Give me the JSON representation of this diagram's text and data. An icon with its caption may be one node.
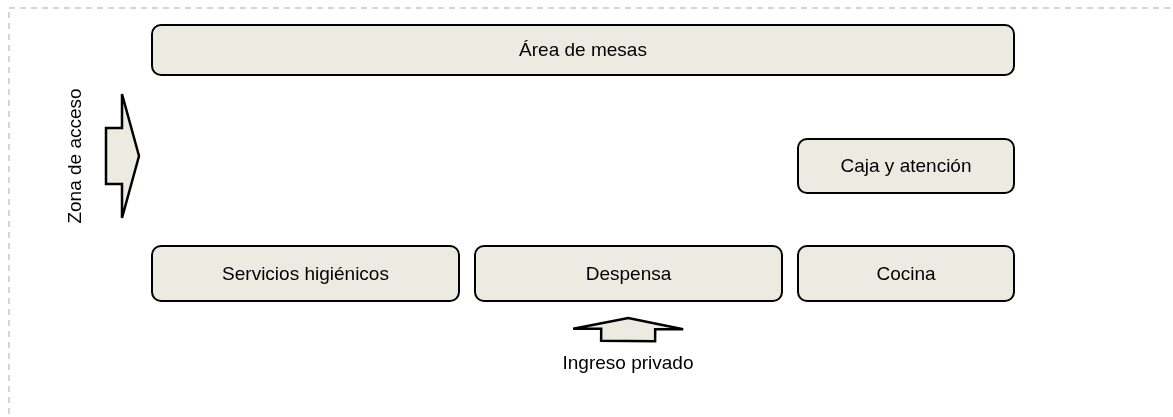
{
  "diagram": {
    "nodes": [
      {
        "text": [
          "Área de mesas"
        ]
      },
      {
        "text": [
          "Caja y atención"
        ]
      },
      {
        "text": [
          "Servicios higiénicos"
        ]
      },
      {
        "text": [
          "Despensa"
        ]
      },
      {
        "text": [
          "Cocina"
        ]
      },
      {
        "text": [
          "Zona de acceso"
        ]
      },
      {
        "text": [
          "Ingreso privado"
        ]
      }
    ],
    "edges": [
      {
        "from": 5,
        "to": null,
        "arrow": "to",
        "style": "thick"
      },
      {
        "from": 6,
        "to": 3,
        "arrow": "to",
        "style": "thick"
      }
    ]
  }
}
